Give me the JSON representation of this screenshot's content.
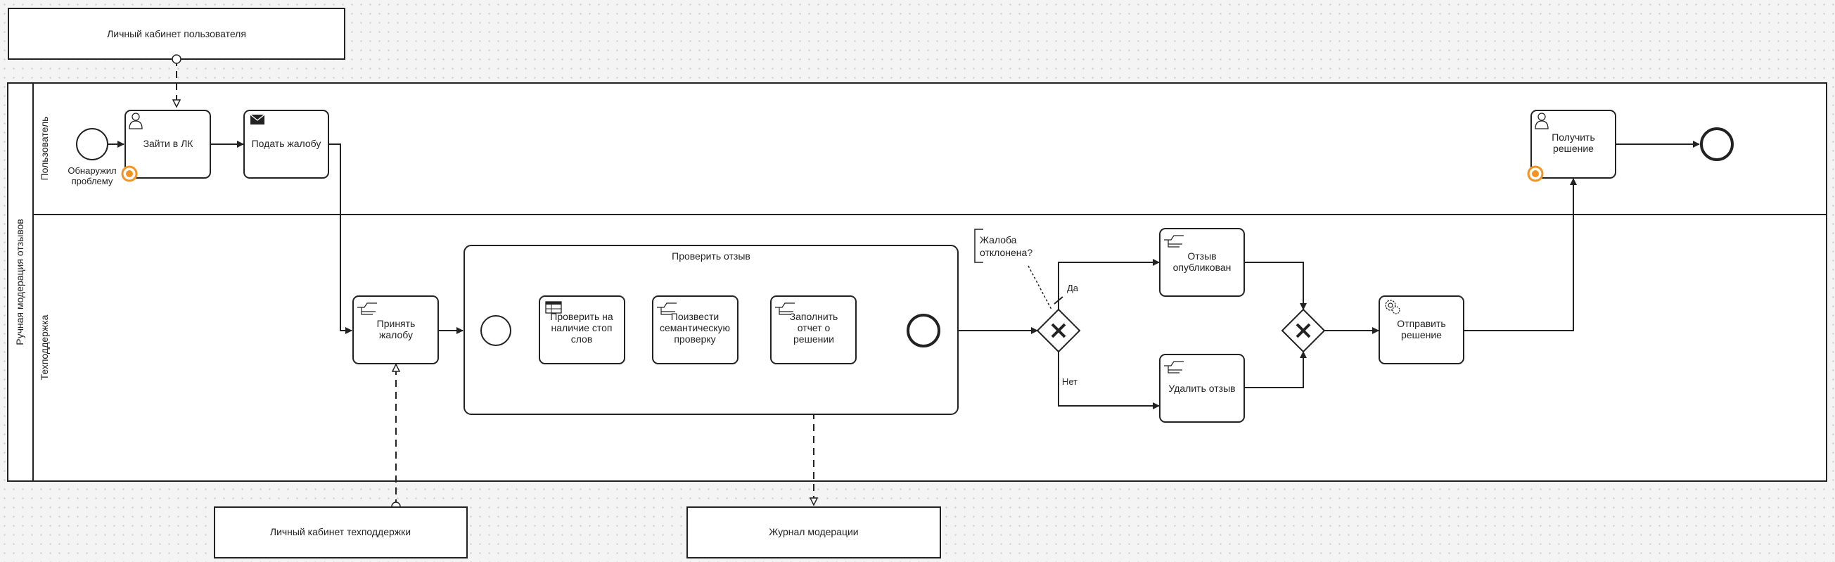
{
  "pool": {
    "title": "Ручная модерация отзывов",
    "lanes": [
      "Пользователь",
      "Техподдержка"
    ]
  },
  "data_stores": {
    "user_cabinet": "Личный кабинет пользователя",
    "support_cabinet": "Личный кабинет техподдержки",
    "moderation_log": "Журнал модерации"
  },
  "events": {
    "start_label": [
      "Обнаружил",
      "проблему"
    ]
  },
  "tasks": {
    "login": "Зайти в ЛК",
    "submit": "Подать жалобу",
    "get_decision": [
      "Получить",
      "решение"
    ],
    "accept": [
      "Принять",
      "жалобу"
    ],
    "check_stop": [
      "Проверить на",
      "наличие стоп",
      "слов"
    ],
    "semantic": [
      "Поизвести",
      "семантическую",
      "проверку"
    ],
    "report": [
      "Заполнить",
      "отчет о",
      "решении"
    ],
    "published": [
      "Отзыв",
      "опубликован"
    ],
    "delete": "Удалить отзыв",
    "send": [
      "Отправить",
      "решение"
    ]
  },
  "subprocess": {
    "title": "Проверить отзыв"
  },
  "gateway": {
    "annotation": [
      "Жалоба",
      "отклонена?"
    ],
    "yes": "Да",
    "no": "Нет"
  }
}
